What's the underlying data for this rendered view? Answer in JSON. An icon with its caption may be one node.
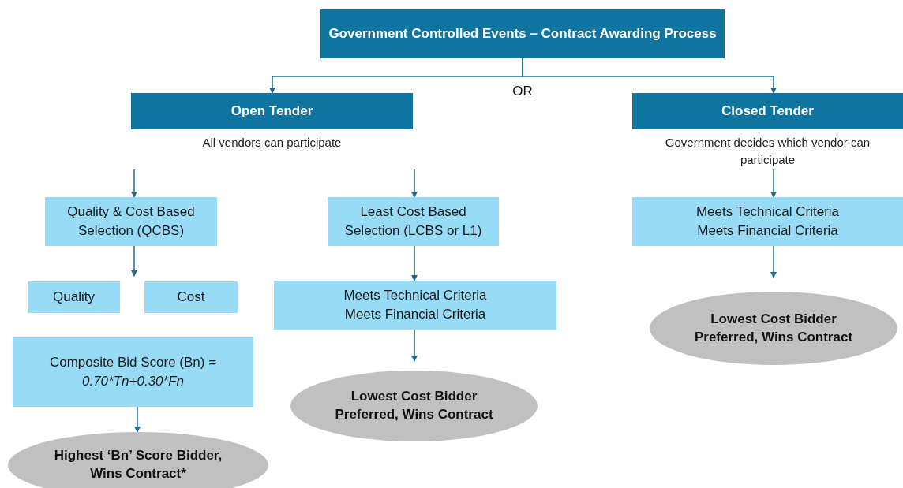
{
  "diagram": {
    "nodes": [
      {
        "text": [
          "Government Controlled Events – Contract Awarding Process"
        ]
      },
      {
        "text": [
          "Open Tender"
        ],
        "beside": [
          "All vendors can participate"
        ]
      },
      {
        "text": [
          "Closed Tender"
        ],
        "beside": [
          "Government decides which vendor can participate"
        ]
      },
      {
        "text": [
          "Quality & Cost Based Selection (QCBS)"
        ]
      },
      {
        "text": [
          "Least Cost Based Selection (LCBS or L1)"
        ]
      },
      {
        "text": [
          "Meets Technical Criteria",
          "Meets Financial Criteria"
        ]
      },
      {
        "text": [
          "Quality"
        ]
      },
      {
        "text": [
          "Cost"
        ]
      },
      {
        "text": [
          "Meets Technical Criteria",
          "Meets Financial Criteria"
        ]
      },
      {
        "text": [
          "Composite Bid Score (Bn) =",
          "0.70*Tn+0.30*Fn"
        ]
      },
      {
        "text": [
          "Lowest Cost Bidder Preferred, Wins Contract"
        ]
      },
      {
        "text": [
          "Lowest Cost Bidder Preferred, Wins Contract"
        ]
      },
      {
        "text": [
          "Highest ‘Bn’ Score Bidder, Wins Contract*"
        ]
      }
    ],
    "edges": [
      {
        "from": 0,
        "to": 1,
        "arrow": "to"
      },
      {
        "from": 0,
        "to": 2,
        "arrow": "to"
      },
      {
        "from": null,
        "to": 3,
        "arrow": "to"
      },
      {
        "from": null,
        "to": 4,
        "arrow": "to"
      },
      {
        "from": 2,
        "to": 5,
        "arrow": "to"
      },
      {
        "from": 3,
        "to": 7,
        "arrow": "to"
      },
      {
        "from": 4,
        "to": 8,
        "arrow": "to"
      },
      {
        "from": 5,
        "to": 11,
        "arrow": "to"
      },
      {
        "from": 8,
        "to": 10,
        "arrow": "to"
      },
      {
        "from": 9,
        "to": 12,
        "arrow": "to"
      }
    ],
    "labels": [
      "OR"
    ]
  }
}
